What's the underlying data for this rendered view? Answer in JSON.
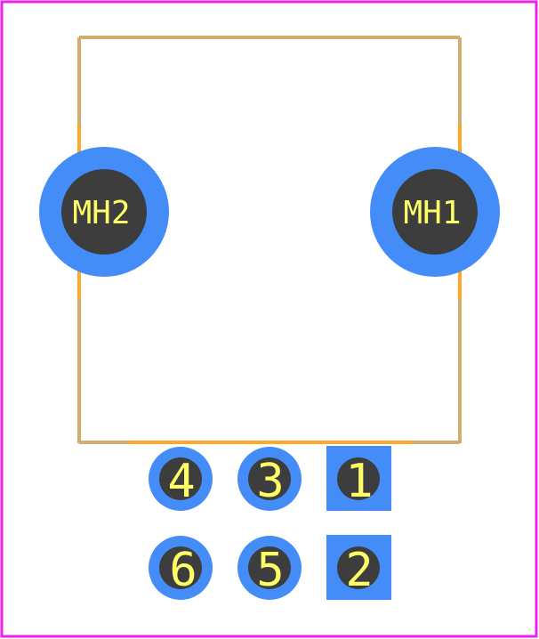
{
  "colors": {
    "board_outline": "#ee22ee",
    "silkscreen": "#d4ac70",
    "courtyard": "#ffa828",
    "pad": "#448cf8",
    "drill": "#3d3d3d",
    "label": "#ffff66"
  },
  "mounting_holes": [
    {
      "label": "MH2"
    },
    {
      "label": "MH1"
    }
  ],
  "pins": [
    {
      "label": "4",
      "pad_shape": "round"
    },
    {
      "label": "3",
      "pad_shape": "round"
    },
    {
      "label": "1",
      "pad_shape": "square"
    },
    {
      "label": "6",
      "pad_shape": "round"
    },
    {
      "label": "5",
      "pad_shape": "round"
    },
    {
      "label": "2",
      "pad_shape": "square"
    }
  ]
}
